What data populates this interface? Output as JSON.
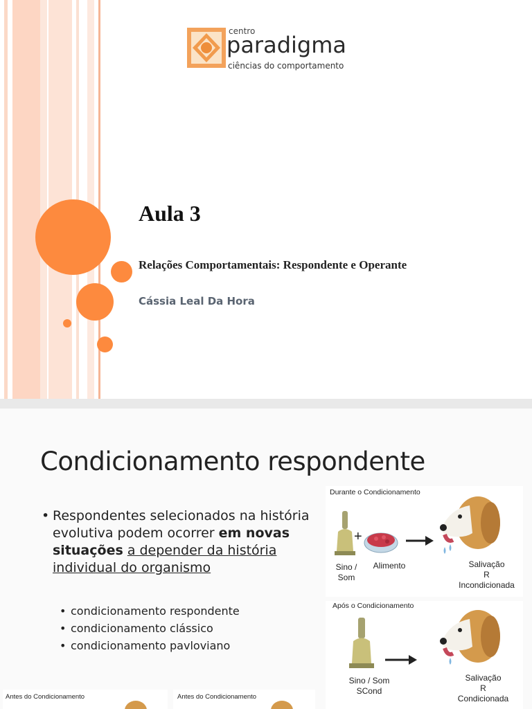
{
  "slide1": {
    "logo": {
      "top_text": "centro",
      "main_text": "paradigma",
      "sub_text": "ciências do comportamento"
    },
    "title": "Aula 3",
    "subtitle": "Relações Comportamentais:  Respondente e Operante",
    "author": "Cássia Leal Da Hora",
    "accent_color": "#fd8a3e"
  },
  "slide2": {
    "title": "Condicionamento respondente",
    "bullet_main": {
      "part1": "Respondentes selecionados na história evolutiva podem ocorrer ",
      "bold": "em novas situações",
      "space": " ",
      "underlined": "a depender da história individual do organismo"
    },
    "sub_bullets": [
      "condicionamento respondente",
      "condicionamento clássico",
      "condicionamento pavloviano"
    ],
    "diagram_top": {
      "label": "Durante o Condicionamento",
      "caption_stimulus": "Sino /\nSom",
      "caption_food": "Alimento",
      "caption_response": "Salivação\nR\nIncondicionada"
    },
    "diagram_bottom": {
      "label": "Após o Condicionamento",
      "caption_stimulus": "Sino / Som\nSCond",
      "caption_response": "Salivação\nR\nCondicionada"
    },
    "diagram_cut_left": {
      "label": "Antes do Condicionamento"
    },
    "diagram_cut_right": {
      "label": "Antes do Condicionamento"
    }
  }
}
